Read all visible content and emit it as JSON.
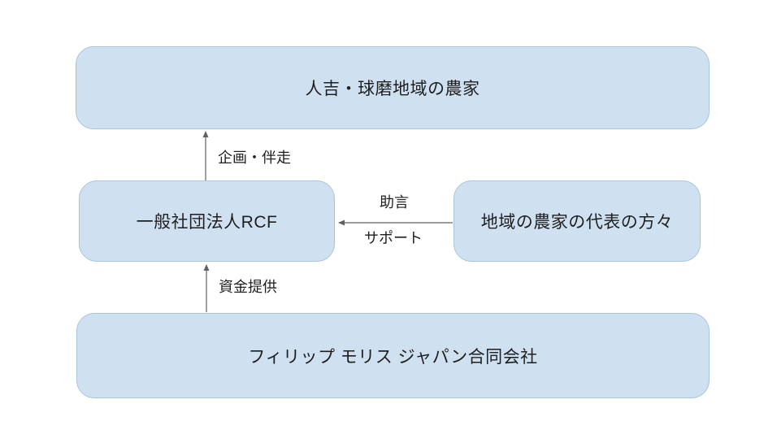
{
  "diagram": {
    "nodes": {
      "farmers": {
        "label": "人吉・球磨地域の農家"
      },
      "rcf": {
        "label": "一般社団法人RCF"
      },
      "representatives": {
        "label": "地域の農家の代表の方々"
      },
      "philip_morris": {
        "label": "フィリップ モリス ジャパン合同会社"
      }
    },
    "edges": {
      "planning": {
        "label": "企画・伴走",
        "from": "rcf",
        "to": "farmers",
        "direction": "up"
      },
      "advice": {
        "label_top": "助言",
        "label_bottom": "サポート",
        "from": "representatives",
        "to": "rcf",
        "direction": "left"
      },
      "funding": {
        "label": "資金提供",
        "from": "philip_morris",
        "to": "rcf",
        "direction": "up"
      }
    },
    "colors": {
      "background": "#ffffff",
      "node_fill": "#cfe0f1",
      "node_border": "#a9c4de",
      "arrow": "#616161",
      "text": "#1f1f1f"
    }
  }
}
